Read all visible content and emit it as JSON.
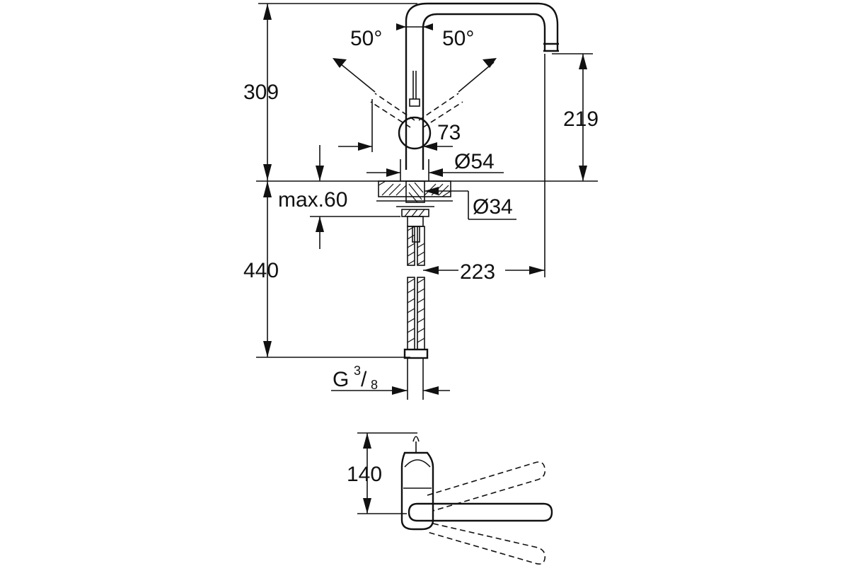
{
  "drawing": {
    "title": "",
    "dimensions": {
      "angle_left": "50°",
      "angle_right": "50°",
      "total_height_above": "309",
      "spout_height": "219",
      "lever_offset": "73",
      "base_diameter": "Ø54",
      "hole_diameter": "Ø34",
      "max_deck": "max.60",
      "below_length": "440",
      "reach": "223",
      "connection": "G",
      "connection_num": "3",
      "connection_den": "8",
      "top_view_depth": "140"
    }
  }
}
